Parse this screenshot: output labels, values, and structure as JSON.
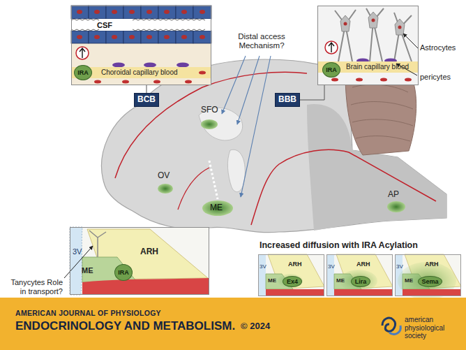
{
  "diagram": {
    "nodes": [
      {
        "text": [
          "CSF",
          "Choroidal capillary blood"
        ]
      },
      {
        "text": [
          "IRA"
        ],
        "in": 0
      },
      {
        "text": [
          "Brain capillary blood"
        ]
      },
      {
        "text": [
          "IRA"
        ],
        "in": 2
      },
      {
        "text": [
          "BCB"
        ]
      },
      {
        "text": [
          "BBB"
        ]
      },
      {
        "text": [
          "3V",
          "ARH",
          "ME"
        ]
      },
      {
        "text": [
          "IRA"
        ],
        "in": 6
      },
      {
        "text": [
          "3V",
          "ARH",
          "ME"
        ]
      },
      {
        "text": [
          "Ex4"
        ],
        "in": 8
      },
      {
        "text": [
          "3V",
          "ARH",
          "ME"
        ]
      },
      {
        "text": [
          "Lira"
        ],
        "in": 10
      },
      {
        "text": [
          "3V",
          "ARH",
          "ME"
        ]
      },
      {
        "text": [
          "Sema"
        ],
        "in": 12
      },
      {
        "text": [
          "AMERICAN JOURNAL OF PHYSIOLOGY",
          "ENDOCRINOLOGY AND METABOLISM.",
          "© 2024"
        ]
      }
    ],
    "edges": [
      {
        "from": 0,
        "to": 4,
        "arrow": "none"
      },
      {
        "from": 2,
        "to": 5,
        "arrow": "none"
      }
    ],
    "labels": [
      "Distal access Mechanism?",
      "Astrocytes",
      "pericytes",
      "SFO",
      "OV",
      "ME",
      "AP",
      "Tanycytes Role in transport?",
      "Increased diffusion with IRA Acylation",
      "american physiological society"
    ]
  }
}
